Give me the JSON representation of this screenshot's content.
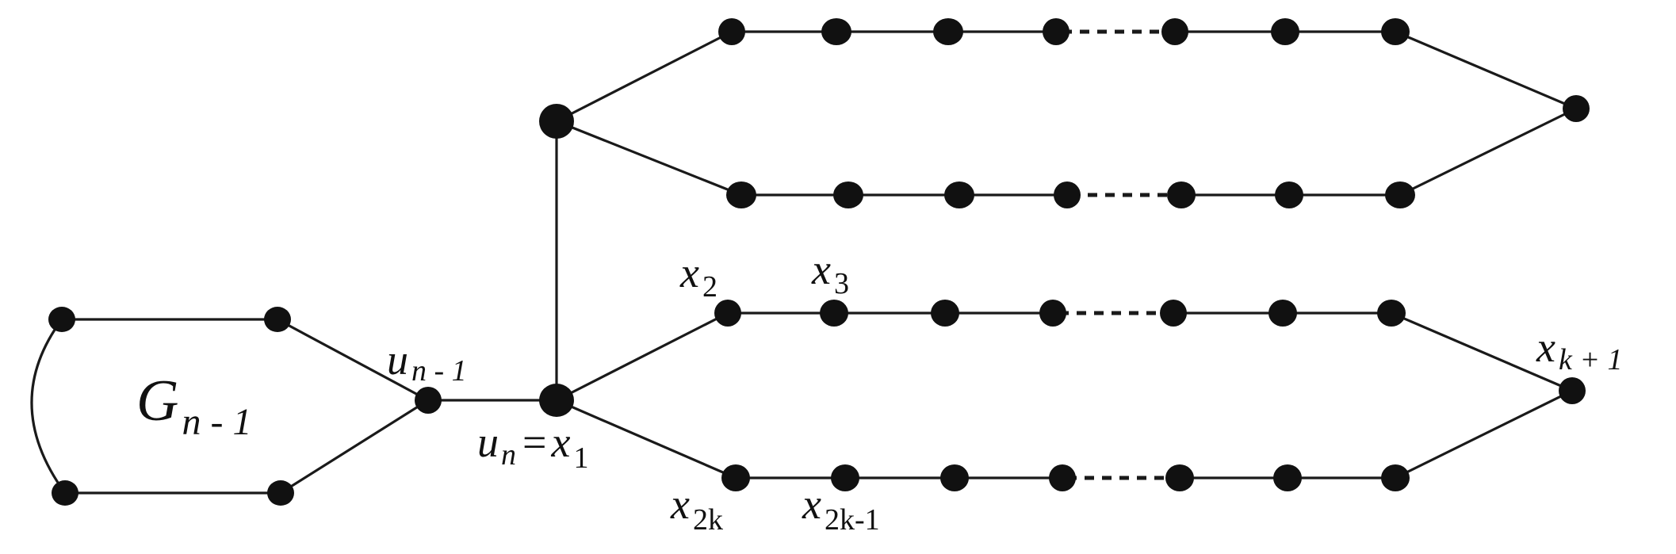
{
  "labels": {
    "g": {
      "main": "G",
      "sub": "n - 1"
    },
    "u_n_minus_1": {
      "main": "u",
      "sub": "n - 1"
    },
    "u_n_eq_x1": {
      "u": "u",
      "u_sub": "n",
      "eq": "=",
      "x": "x",
      "x_sub": "1"
    },
    "x2": {
      "main": "x",
      "sub": "2"
    },
    "x3": {
      "main": "x",
      "sub": "3"
    },
    "x2k": {
      "main": "x",
      "sub": "2k"
    },
    "x2k_minus_1": {
      "main": "x",
      "sub": "2k-1"
    },
    "xk_plus_1": {
      "main": "x",
      "sub": "k + 1"
    }
  }
}
